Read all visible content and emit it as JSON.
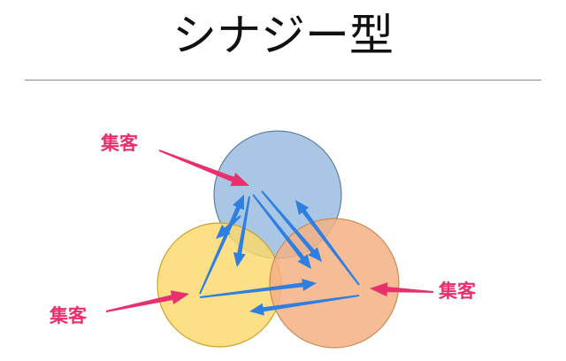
{
  "slide": {
    "title": "シナジー型"
  },
  "diagram": {
    "labels": {
      "top": "集客",
      "left": "集客",
      "right": "集客"
    },
    "colors": {
      "circle_blue_fill": "#9dbfe0",
      "circle_blue_stroke": "#5f7f9e",
      "circle_yellow_fill": "#fdd86a",
      "circle_yellow_stroke": "#c9a22e",
      "circle_orange_fill": "#f4b084",
      "circle_orange_stroke": "#c98a56",
      "pointer_arrow": "#e8306e",
      "flow_arrow": "#2f7fe0",
      "label_text": "#e8306e"
    }
  }
}
